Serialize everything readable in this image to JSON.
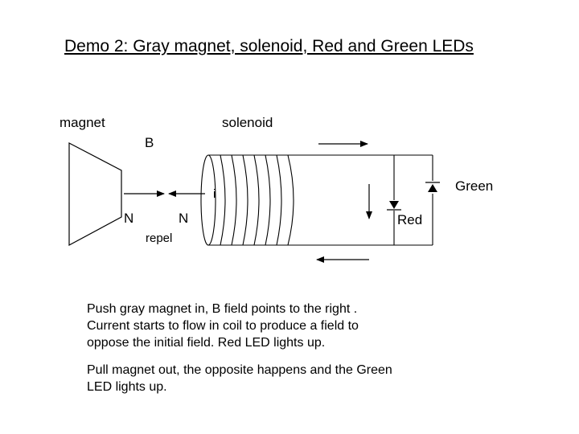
{
  "title": "Demo 2: Gray magnet, solenoid, Red and Green LEDs",
  "labels": {
    "magnet": "magnet",
    "solenoid": "solenoid",
    "b_field": "B",
    "current": "i",
    "green": "Green",
    "red": "Red",
    "n_left": "N",
    "n_right": "N",
    "repel": "repel"
  },
  "paragraphs": {
    "push": [
      "Push gray magnet in, B field points to the right .",
      "Current starts to flow in coil to produce a field to",
      "oppose the initial field. Red LED lights up."
    ],
    "pull": [
      "Pull magnet out, the opposite happens and the Green",
      "LED lights up."
    ]
  }
}
